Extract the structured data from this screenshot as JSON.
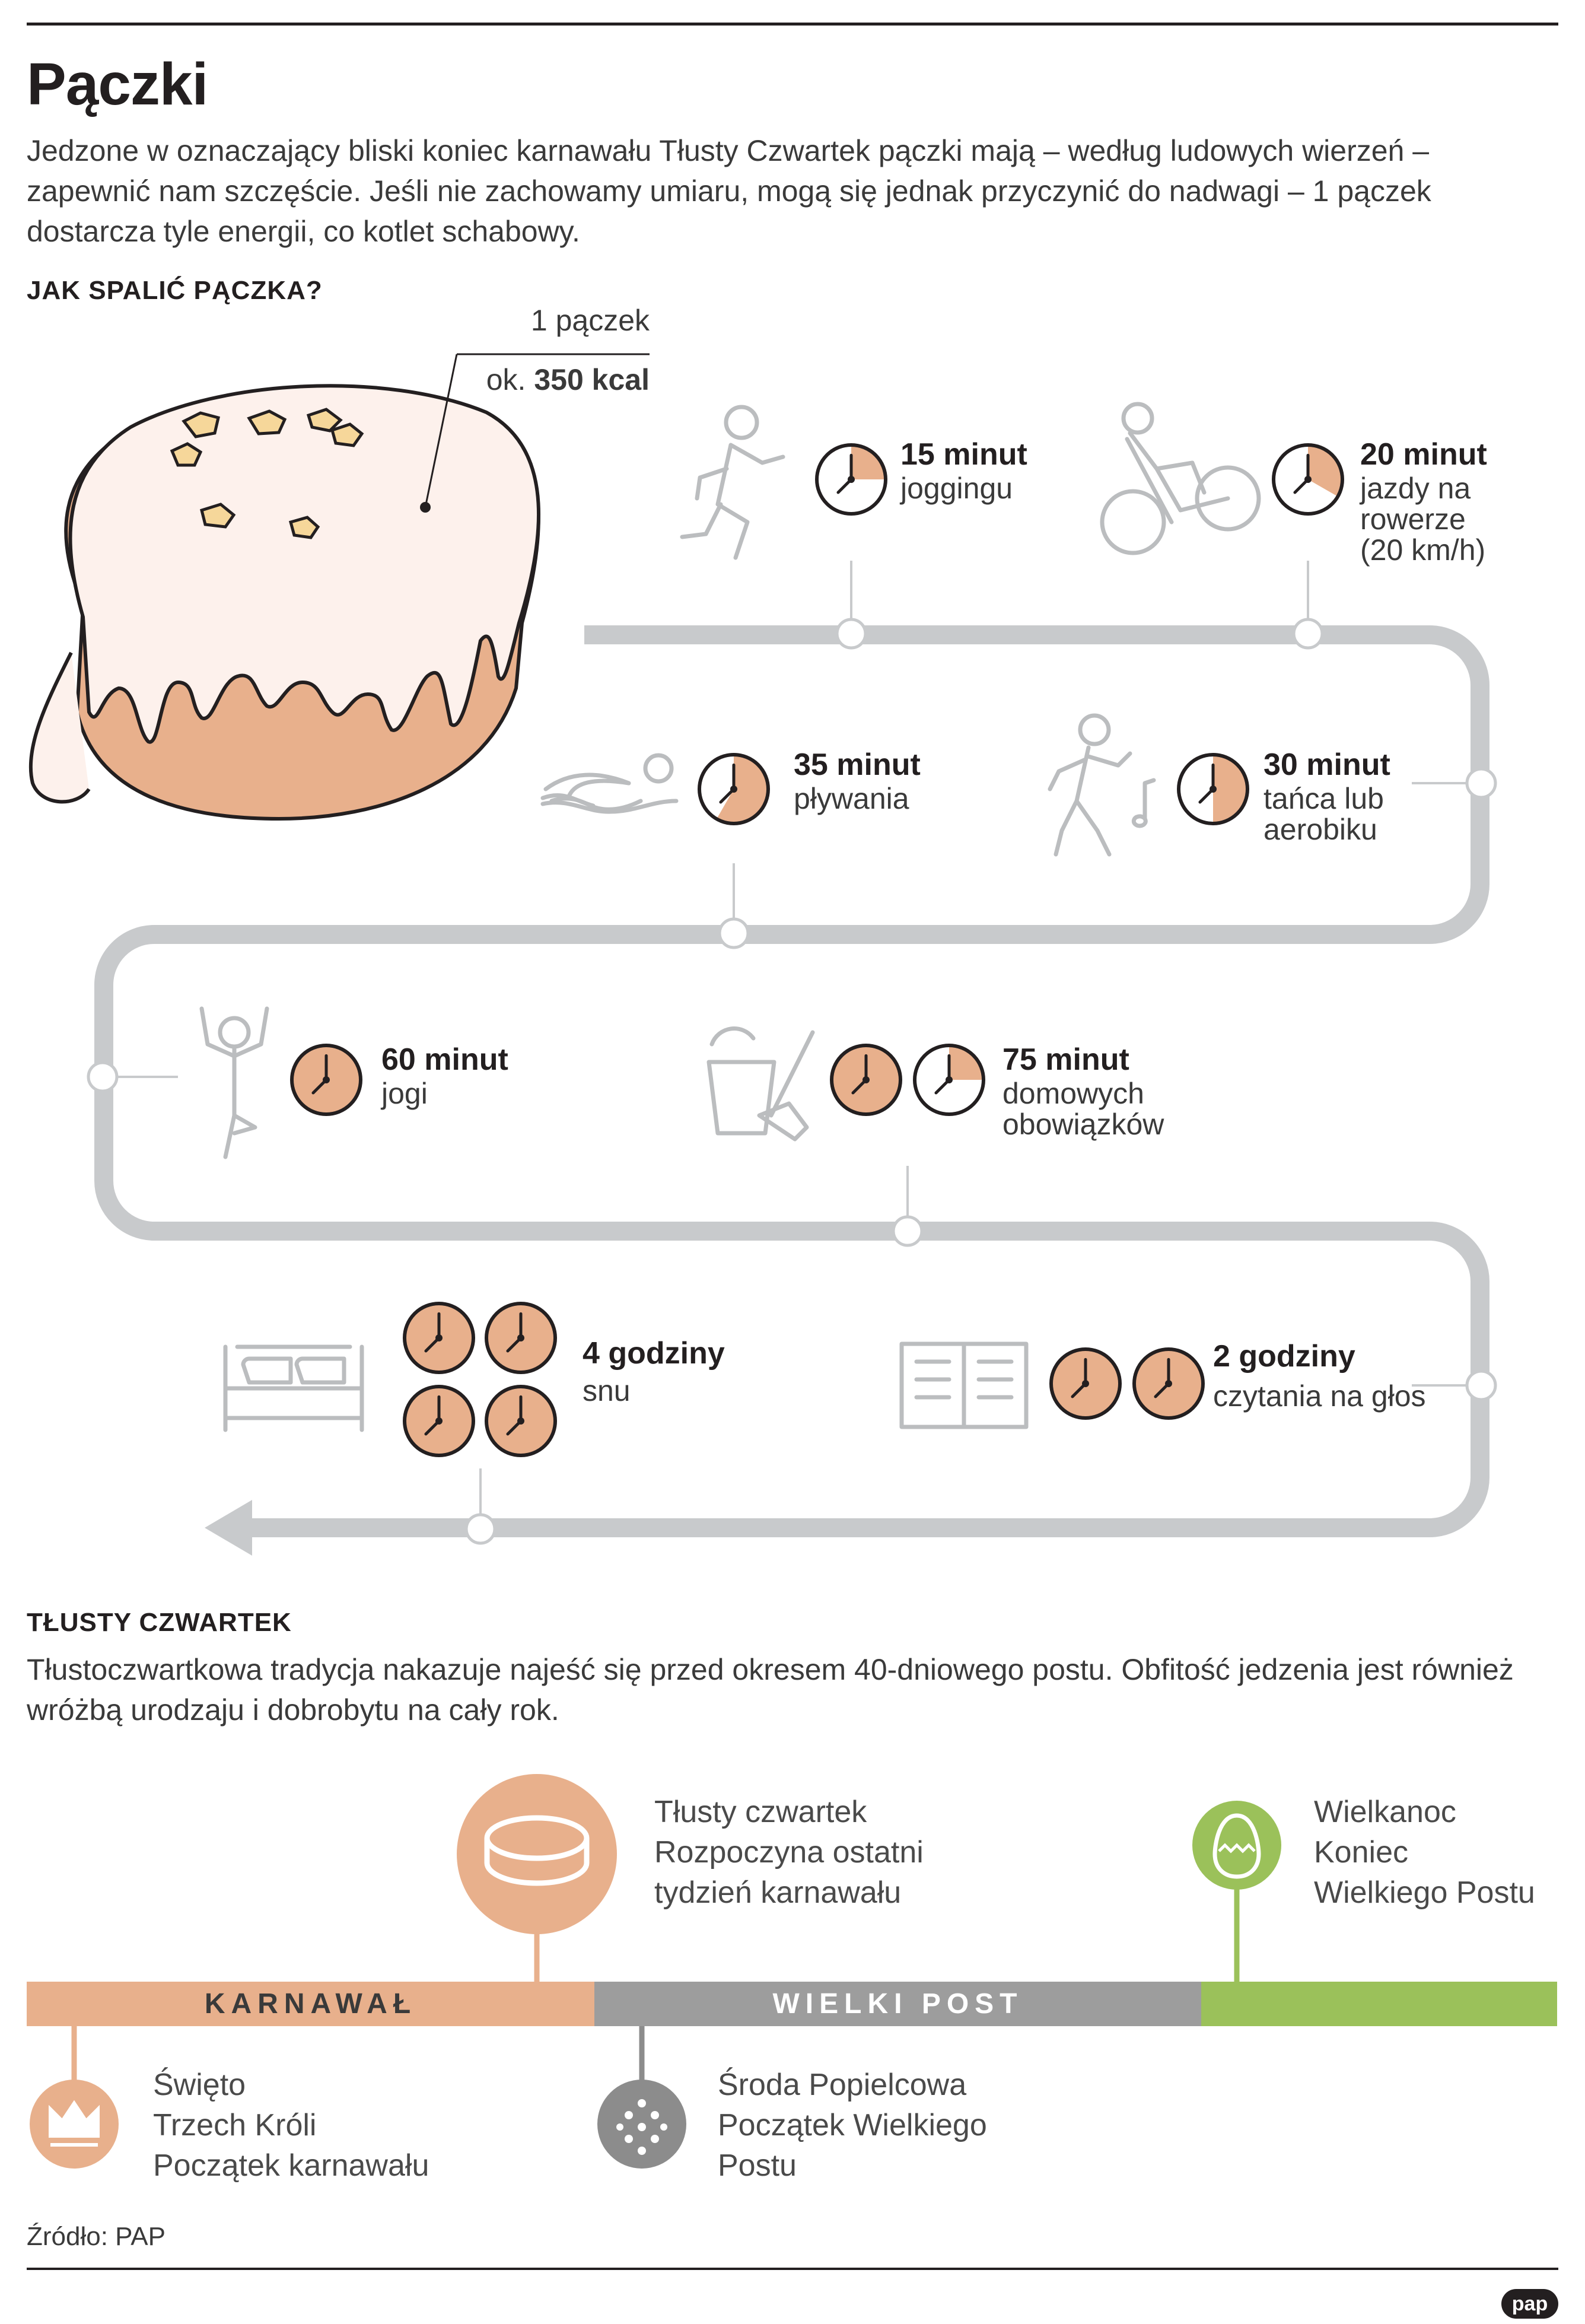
{
  "title": "Pączki",
  "intro": "Jedzone w oznaczający bliski koniec karnawału Tłusty Czwartek pączki mają – według ludowych wierzeń – zapewnić nam szczęście. Jeśli nie zachowamy umiaru, mogą się jednak przyczynić do nadwagi – 1 pączek dostarcza tyle energii, co kotlet schabowy.",
  "section1": {
    "heading": "JAK SPALIĆ PĄCZKA?",
    "calorie_line1": "1 pączek",
    "calorie_prefix": "ok.",
    "calorie_value": "350 kcal"
  },
  "activities": [
    {
      "icon": "jogging-icon",
      "title": "15 minut",
      "desc": [
        "joggingu"
      ],
      "progress": 0.25
    },
    {
      "icon": "cycling-icon",
      "title": "20 minut",
      "desc": [
        "jazdy na",
        "rowerze",
        "(20 km/h)"
      ],
      "progress": 0.333
    },
    {
      "icon": "swimming-icon",
      "title": "35 minut",
      "desc": [
        "pływania"
      ],
      "progress": 0.583
    },
    {
      "icon": "dancing-icon",
      "title": "30 minut",
      "desc": [
        "tańca lub",
        "aerobiku"
      ],
      "progress": 0.5
    },
    {
      "icon": "yoga-icon",
      "title": "60 minut",
      "desc": [
        "jogi"
      ],
      "progress": 1
    },
    {
      "icon": "cleaning-icon",
      "title": "75 minut",
      "desc": [
        "domowych",
        "obowiązków"
      ],
      "progress": 1.25
    },
    {
      "icon": "bed-icon",
      "title": "4 godziny",
      "desc": [
        "snu"
      ],
      "progress": 4
    },
    {
      "icon": "book-icon",
      "title": "2 godziny",
      "desc": [
        "czytania na głos"
      ],
      "progress": 2
    }
  ],
  "section2": {
    "heading": "TŁUSTY CZWARTEK",
    "body": "Tłustoczwartkowa tradycja nakazuje najeść się przed okresem 40-dniowego postu. Obfitość jedzenia jest również wróżbą urodzaju i dobrobytu na cały rok."
  },
  "timeline": {
    "bars": [
      {
        "label": "KARNAWAŁ",
        "color": "#e8b08c"
      },
      {
        "label": "WIELKI POST",
        "color": "#9d9d9d"
      },
      {
        "label": "",
        "color": "#9bc15a"
      }
    ],
    "events": [
      {
        "icon": "donut-icon",
        "lines": [
          "Tłusty czwartek",
          "Rozpoczyna ostatni",
          "tydzień karnawału"
        ]
      },
      {
        "icon": "easter-egg-icon",
        "lines": [
          "Wielkanoc",
          "Koniec",
          "Wielkiego Postu"
        ]
      },
      {
        "icon": "crown-icon",
        "lines": [
          "Święto",
          "Trzech Króli",
          "Początek karnawału"
        ]
      },
      {
        "icon": "ash-icon",
        "lines": [
          "Środa Popielcowa",
          "Początek Wielkiego",
          "Postu"
        ]
      }
    ]
  },
  "source": "Źródło: PAP",
  "logo": "pap",
  "colors": {
    "orange": "#e8b08c",
    "grey": "#c8cacc",
    "dark": "#231f20",
    "green": "#9bc15a",
    "ash": "#8c8c8c"
  }
}
